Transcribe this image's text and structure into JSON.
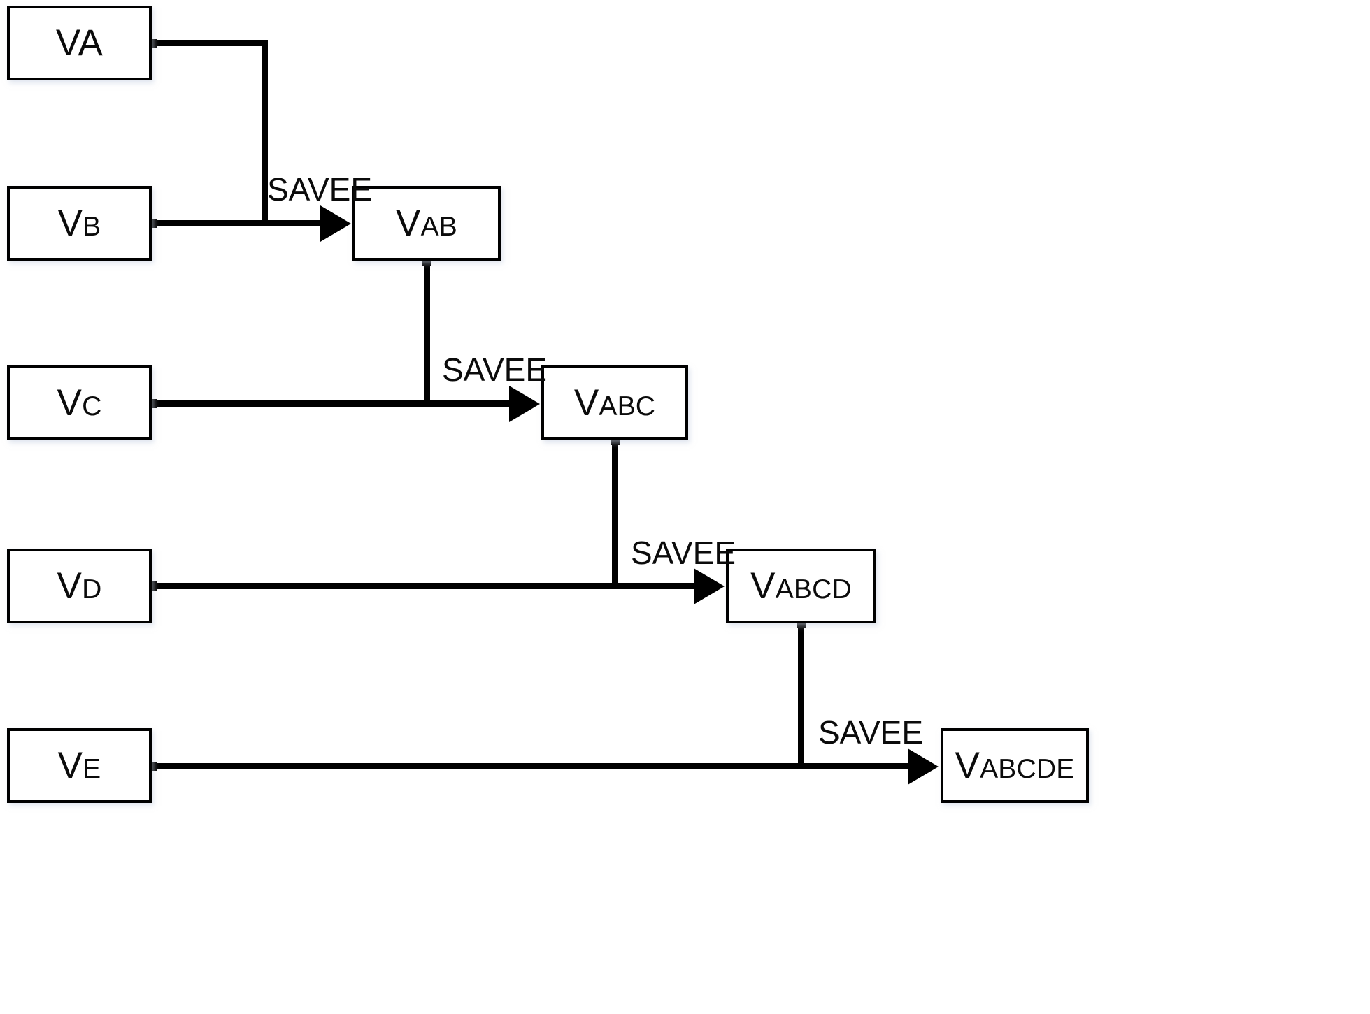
{
  "diagram": {
    "title": "Hierarchical SAVEE feature fusion chain",
    "background_color": "#ffffff",
    "stroke_color": "#000000",
    "text_color": "#0b0b0b",
    "inputs": [
      {
        "id": "VA",
        "base": "VA",
        "sub": ""
      },
      {
        "id": "VB",
        "base": "V",
        "sub": "B"
      },
      {
        "id": "VC",
        "base": "V",
        "sub": "C"
      },
      {
        "id": "VD",
        "base": "V",
        "sub": "D"
      },
      {
        "id": "VE",
        "base": "V",
        "sub": "E"
      }
    ],
    "fusions": [
      {
        "id": "VAB",
        "base": "V",
        "sub": "AB"
      },
      {
        "id": "VABC",
        "base": "V",
        "sub": "ABC"
      },
      {
        "id": "VABCD",
        "base": "V",
        "sub": "ABCD"
      },
      {
        "id": "VABCDE",
        "base": "V",
        "sub": "ABCDE"
      }
    ],
    "edge_labels": [
      {
        "id": "edge-ab",
        "text": "SAVEE"
      },
      {
        "id": "edge-abc",
        "text": "SAVEE"
      },
      {
        "id": "edge-abcd",
        "text": "SAVEE"
      },
      {
        "id": "edge-abcde",
        "text": "SAVEE"
      }
    ]
  }
}
